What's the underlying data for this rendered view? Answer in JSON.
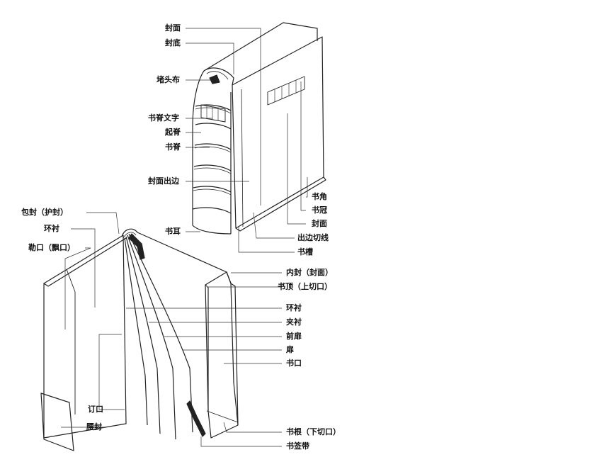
{
  "labels": {
    "upper_left": [
      "封面",
      "封底",
      "堵头布",
      "书脊文字",
      "起脊",
      "书脊",
      "封面出边",
      "书耳"
    ],
    "upper_right": [
      "书角",
      "书冠",
      "封面",
      "出边切线",
      "书槽"
    ],
    "lower_left": [
      "包封（护封）",
      "环衬",
      "勒口（飘口）",
      "订口",
      "腰封"
    ],
    "lower_right": [
      "内封（封面）",
      "书顶（上切口）",
      "环衬",
      "夹衬",
      "前扉",
      "扉",
      "书口",
      "书根（下切口）",
      "书签带"
    ]
  }
}
